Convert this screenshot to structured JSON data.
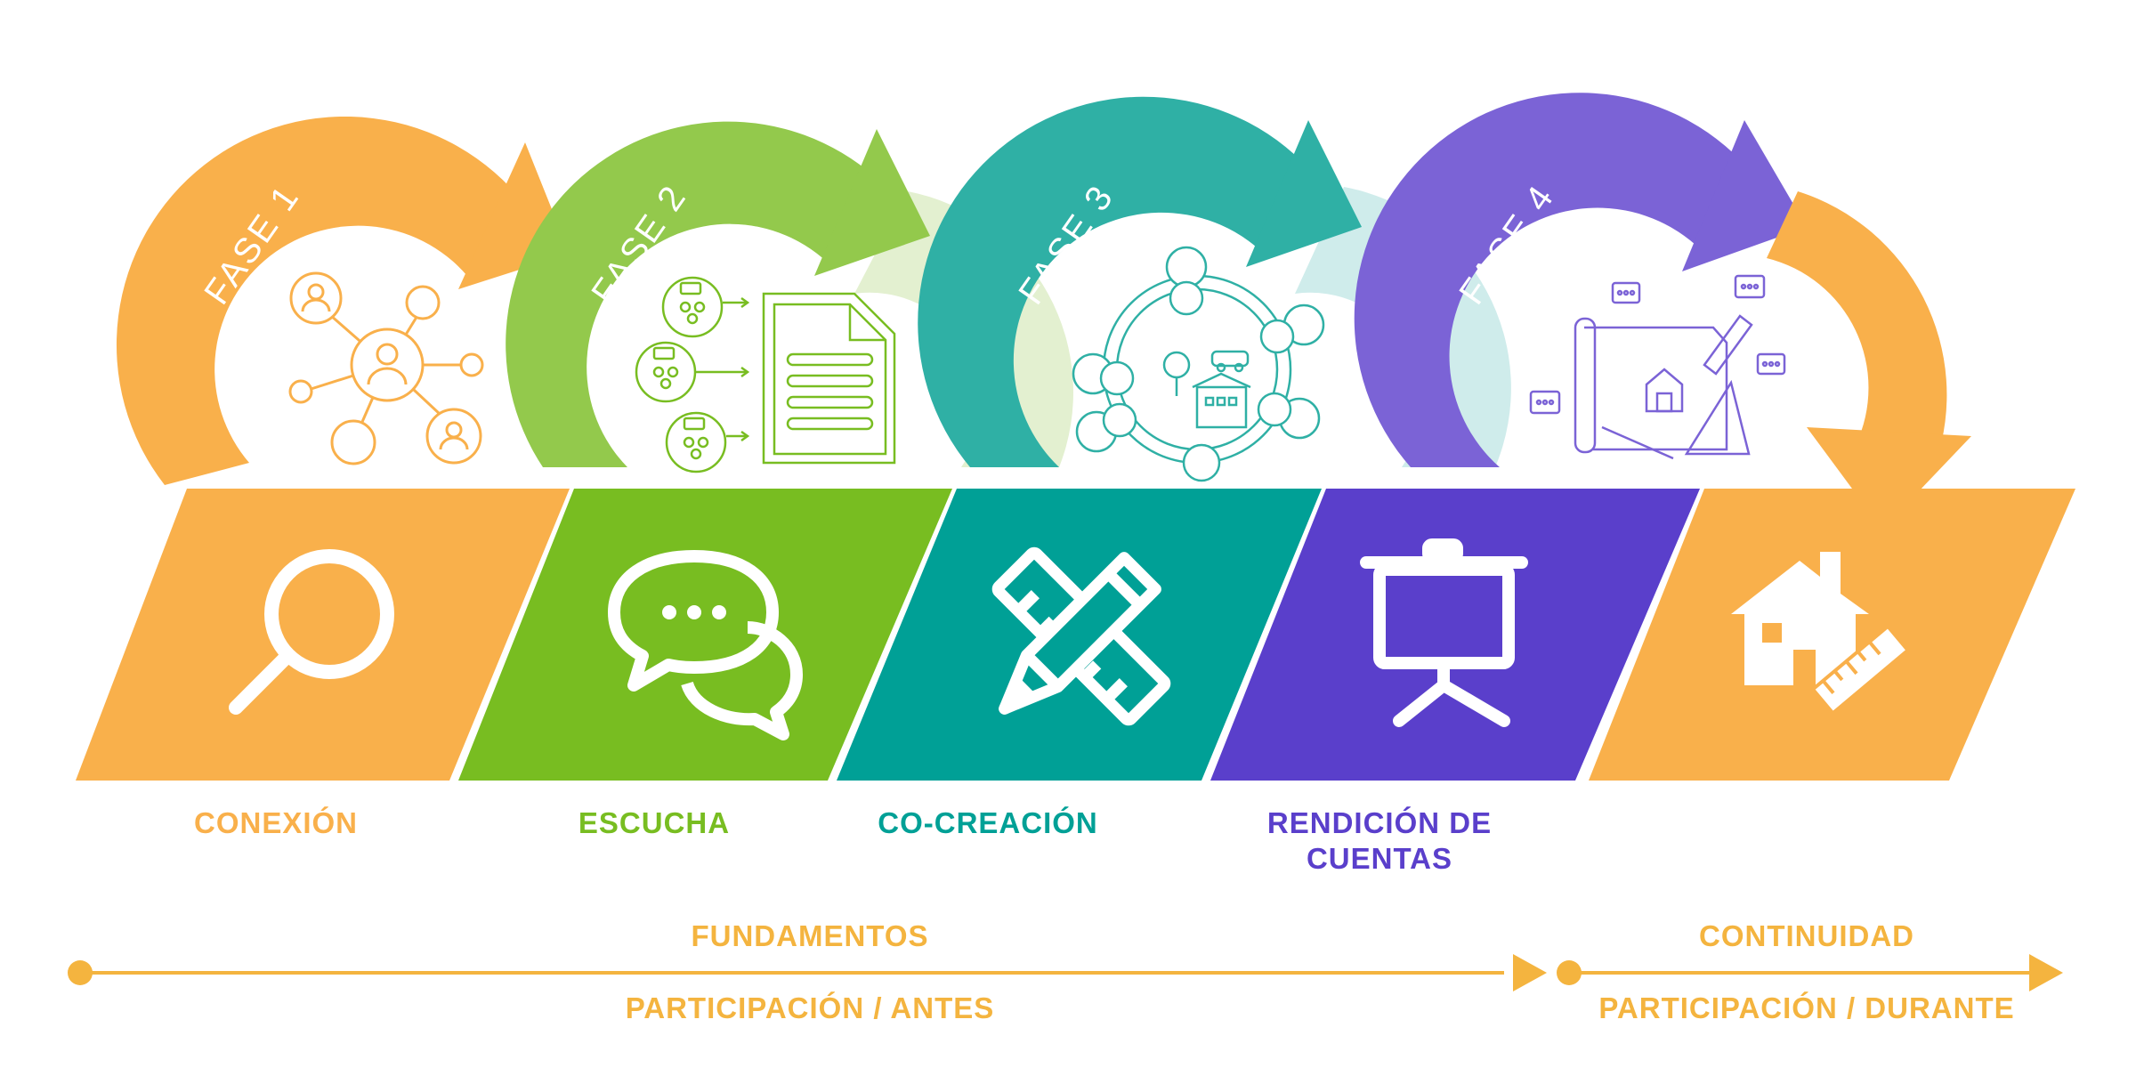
{
  "colors": {
    "orange": "#F9B04B",
    "green": "#78BD21",
    "teal": "#00A096",
    "purple": "#5A3FCB",
    "light_green": "#E3F0D0",
    "light_teal": "#CFECEB",
    "timeline": "#F4B43F",
    "arrow_green": "#93C94C",
    "arrow_teal": "#2FB0A5",
    "arrow_purple": "#7B63D6"
  },
  "phases": [
    {
      "fase_label": "FASE 1",
      "name_lines": [
        "CONEXIÓN"
      ],
      "icon": "magnifier-icon",
      "illustration": "network-icon",
      "color": "#F9B04B"
    },
    {
      "fase_label": "FASE 2",
      "name_lines": [
        "ESCUCHA"
      ],
      "icon": "speech-bubbles-icon",
      "illustration": "groups-to-document-icon",
      "color": "#78BD21"
    },
    {
      "fase_label": "FASE 3",
      "name_lines": [
        "CO-CREACIÓN"
      ],
      "icon": "pencil-ruler-icon",
      "illustration": "community-circle-icon",
      "color": "#00A096"
    },
    {
      "fase_label": "FASE 4",
      "name_lines": [
        "RENDICIÓN DE",
        "CUENTAS"
      ],
      "icon": "presentation-board-icon",
      "illustration": "blueprint-icon",
      "color": "#5A3FCB"
    }
  ],
  "final_block": {
    "icon": "house-ruler-icon",
    "color": "#F9B04B"
  },
  "timeline": {
    "segment_1": {
      "top_label": "FUNDAMENTOS",
      "bottom_label": "PARTICIPACIÓN / ANTES"
    },
    "segment_2": {
      "top_label": "CONTINUIDAD",
      "bottom_label": "PARTICIPACIÓN / DURANTE"
    }
  }
}
